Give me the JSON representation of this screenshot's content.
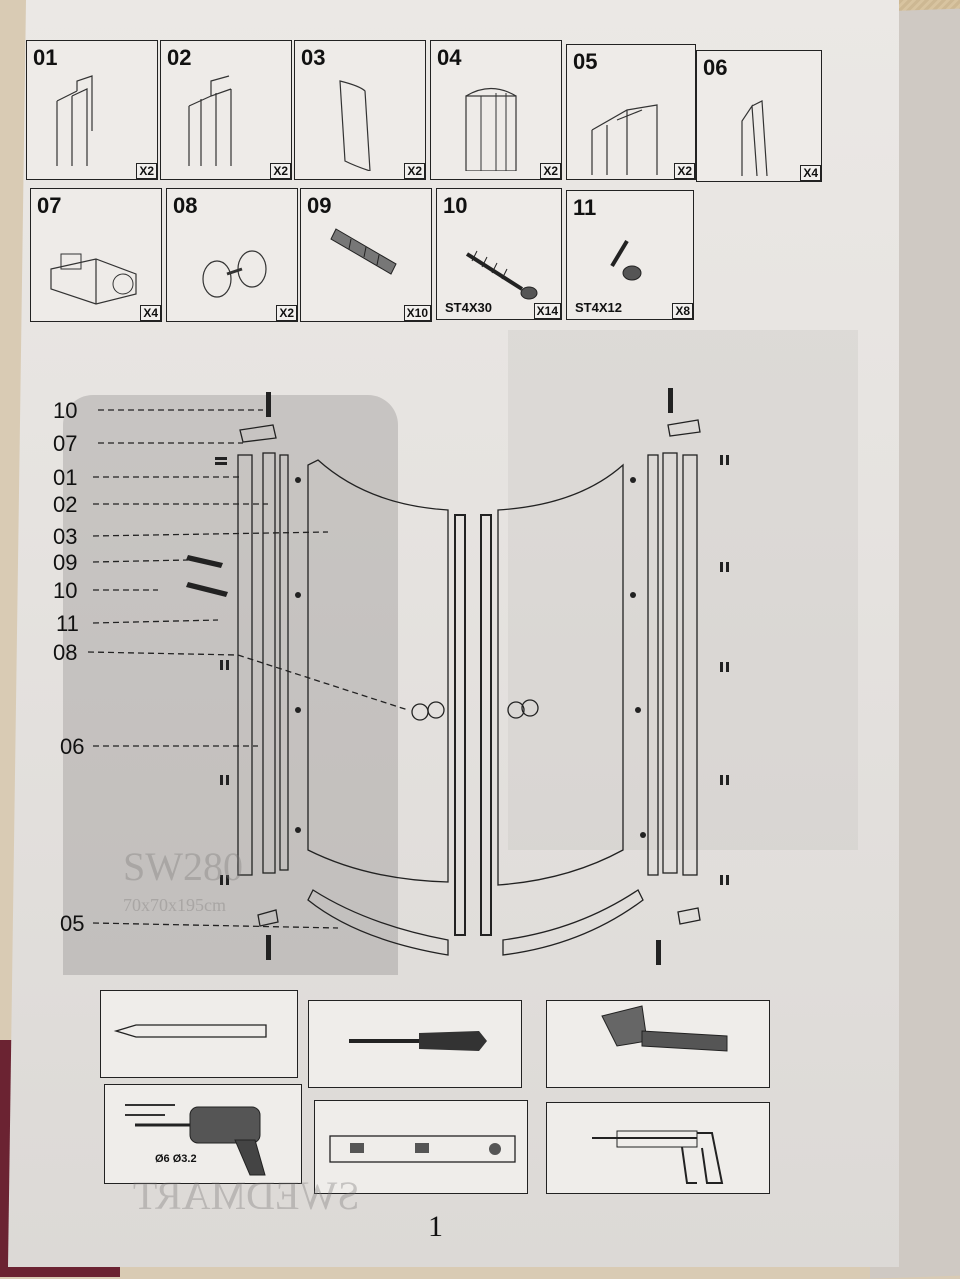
{
  "parts": [
    {
      "num": "01",
      "qty": "X2",
      "size": ""
    },
    {
      "num": "02",
      "qty": "X2",
      "size": ""
    },
    {
      "num": "03",
      "qty": "X2",
      "size": ""
    },
    {
      "num": "04",
      "qty": "X2",
      "size": ""
    },
    {
      "num": "05",
      "qty": "X2",
      "size": ""
    },
    {
      "num": "06",
      "qty": "X4",
      "size": ""
    },
    {
      "num": "07",
      "qty": "X4",
      "size": ""
    },
    {
      "num": "08",
      "qty": "X2",
      "size": ""
    },
    {
      "num": "09",
      "qty": "X10",
      "size": ""
    },
    {
      "num": "10",
      "qty": "X14",
      "size": "ST4X30"
    },
    {
      "num": "11",
      "qty": "X8",
      "size": "ST4X12"
    }
  ],
  "callouts": [
    "10",
    "07",
    "01",
    "02",
    "03",
    "09",
    "10",
    "11",
    "08",
    "06",
    "05"
  ],
  "drill_sizes": "Ø6  Ø3.2",
  "watermarks": {
    "model": "SW280",
    "dims": "70x70x195cm",
    "brand": "SWEDMART"
  },
  "page_number": "1"
}
